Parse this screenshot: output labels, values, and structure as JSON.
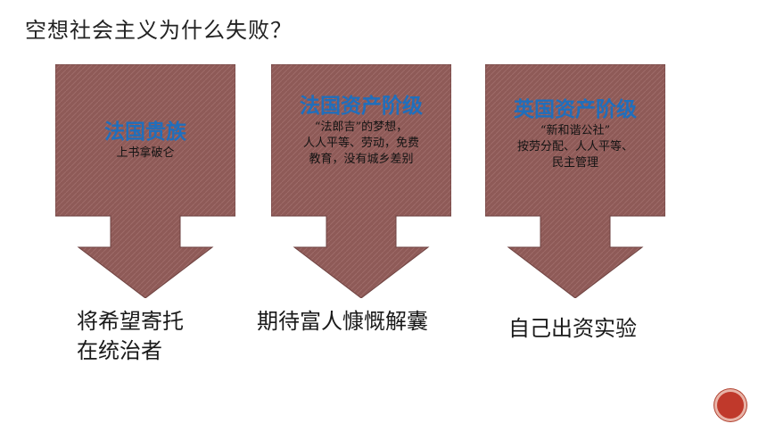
{
  "title": "空想社会主义为什么失败？",
  "colors": {
    "box": "#8e5a57",
    "heading": "#1f6fbd",
    "badge": "#c0392b"
  },
  "columns": [
    {
      "heading": "法国贵族",
      "lines": [
        "上书拿破仑"
      ],
      "result_lines": [
        "将希望寄托",
        "在统治者"
      ]
    },
    {
      "heading": "法国资产阶级",
      "lines": [
        "“法郎吉”的梦想，",
        "人人平等、劳动，免费",
        "教育，没有城乡差别"
      ],
      "result_lines": [
        "期待富人慷慨解囊"
      ]
    },
    {
      "heading": "英国资产阶级",
      "lines": [
        "“新和谐公社”",
        "按劳分配、人人平等、",
        "民主管理"
      ],
      "result_lines": [
        "自己出资实验"
      ]
    }
  ]
}
